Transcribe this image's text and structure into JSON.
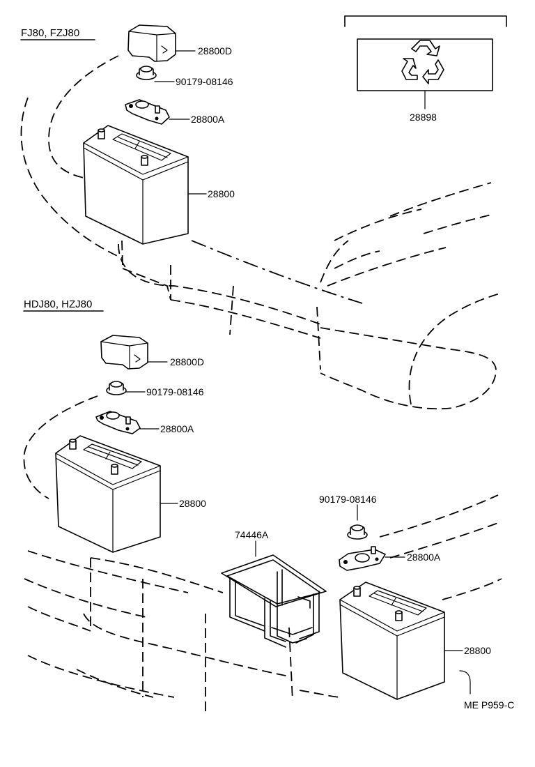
{
  "headings": {
    "top_group": "FJ80, FZJ80",
    "bottom_group": "HDJ80, HZJ80"
  },
  "callouts": {
    "top_cover": "28800D",
    "top_nut": "90179-08146",
    "top_clamp": "28800A",
    "top_battery": "28800",
    "recycle_label": "28898",
    "mid_cover": "28800D",
    "mid_nut": "90179-08146",
    "mid_clamp": "28800A",
    "mid_battery": "28800",
    "tray": "74446A",
    "right_nut": "90179-08146",
    "right_clamp": "28800A",
    "right_battery": "28800"
  },
  "figure_code": "ME P959-C",
  "colors": {
    "ink": "#000000",
    "paper": "#ffffff"
  },
  "icons": [
    "recycle-icon"
  ]
}
